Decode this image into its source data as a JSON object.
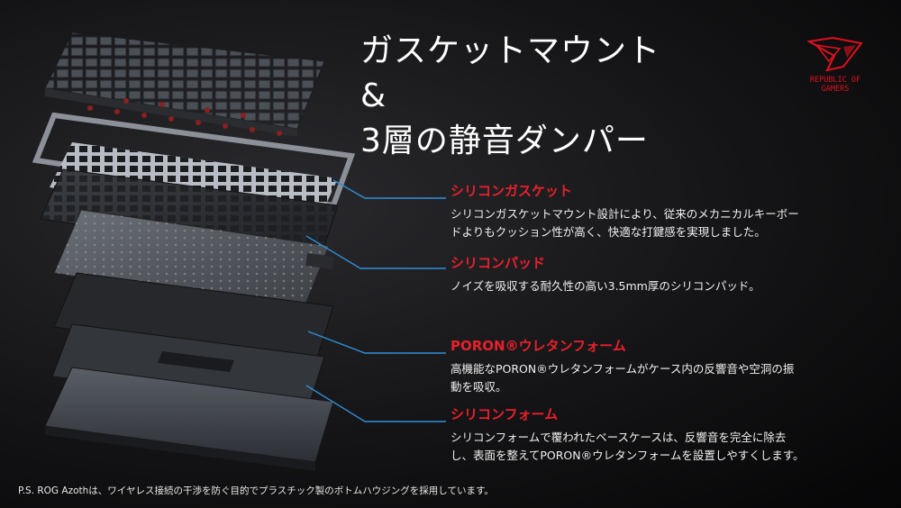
{
  "title_line1": "ガスケットマウント&",
  "title_line2": "3層の静音ダンパー",
  "logo": {
    "line1": "REPUBLIC OF",
    "line2": "GAMERS",
    "color": "#e0101e",
    "icon": "rog-eye-logo"
  },
  "features": [
    {
      "title": "シリコンガスケット",
      "desc1": "シリコンガスケットマウント設計により、従来のメカニカルキーボー",
      "desc2": "ドよりもクッション性が高く、快適な打鍵感を実現しました。"
    },
    {
      "title": "シリコンパッド",
      "desc1": "ノイズを吸収する耐久性の高い3.5mm厚のシリコンパッド。"
    },
    {
      "title": "PORON®ウレタンフォーム",
      "desc1": "高機能なPORON®ウレタンフォームがケース内の反響音や空洞の振",
      "desc2": "動を吸収。"
    },
    {
      "title": "シリコンフォーム",
      "desc1": "シリコンフォームで覆われたベースケースは、反響音を完全に除去",
      "desc2": "し、表面を整えてPORON®ウレタンフォームを設置しやすくします。"
    }
  ],
  "footnote": "P.S. ROG Azothは、ワイヤレス接続の干渉を防ぐ目的でプラスチック製のボトムハウジングを採用しています。",
  "colors": {
    "accent": "#e8202b",
    "leader": "#2f8fd8"
  }
}
